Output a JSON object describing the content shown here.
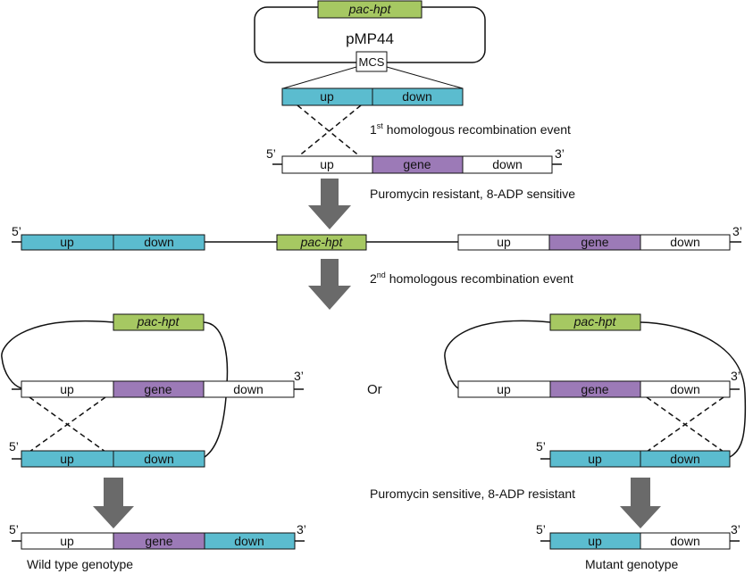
{
  "colors": {
    "flank": "#5bbccf",
    "gene": "#9c7ab7",
    "marker": "#a6c862",
    "arrow": "#6a6a6a",
    "line": "#111111"
  },
  "plasmid": {
    "name": "pMP44",
    "marker": "pac-hpt",
    "mcs": "MCS"
  },
  "segments": {
    "up": "up",
    "down": "down",
    "gene": "gene"
  },
  "ends": {
    "five": "5’",
    "three": "3’"
  },
  "captions": {
    "first_num": "1",
    "first_sup": "st",
    "first_rest": " homologous recombination event",
    "step1_phenotype": "Puromycin resistant, 8-ADP sensitive",
    "second_num": "2",
    "second_sup": "nd",
    "second_rest": " homologous recombination event",
    "or": "Or",
    "step2_phenotype": "Puromycin sensitive, 8-ADP resistant",
    "wild_type": "Wild type genotype",
    "mutant": "Mutant genotype"
  }
}
